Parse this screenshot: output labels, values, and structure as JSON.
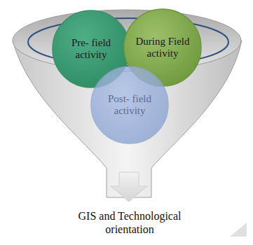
{
  "diagram": {
    "nodes": [
      {
        "text": [
          "Pre- field activity"
        ]
      },
      {
        "text": [
          "During Field activity"
        ]
      },
      {
        "text": [
          "Post- field activity"
        ]
      }
    ],
    "labels": [
      "GIS and Technological orientation"
    ]
  }
}
